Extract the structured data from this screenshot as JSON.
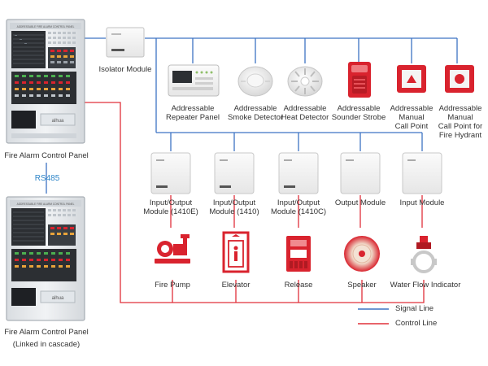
{
  "panels": {
    "main_label": "Fire Alarm Control Panel",
    "cascade_label_line1": "Fire Alarm Control Panel",
    "cascade_label_line2": "(Linked in cascade)",
    "link_label": "RS485",
    "panel_header_text": "ADDRESSABLE FIRE ALARM CONTROL PANEL",
    "brand": "alhua"
  },
  "isolator": {
    "label": "Isolator Module"
  },
  "devices": [
    {
      "lines": [
        "Addressable",
        "Repeater Panel"
      ]
    },
    {
      "lines": [
        "Addressable",
        "Smoke Detector"
      ]
    },
    {
      "lines": [
        "Addressable",
        "Heat Detector"
      ]
    },
    {
      "lines": [
        "Addressable",
        "Sounder Strobe"
      ]
    },
    {
      "lines": [
        "Addressable",
        "Manual",
        "Call Point"
      ]
    },
    {
      "lines": [
        "Addressable",
        "Manual",
        "Call Point for",
        "Fire Hydrant"
      ]
    }
  ],
  "modules": [
    {
      "lines": [
        "Input/Output",
        "Module (1410E)"
      ]
    },
    {
      "lines": [
        "Input/Output",
        "Module (1410)"
      ]
    },
    {
      "lines": [
        "Input/Output",
        "Module (1410C)"
      ]
    },
    {
      "lines": [
        "Output Module"
      ]
    },
    {
      "lines": [
        "Input Module"
      ]
    }
  ],
  "equipment": [
    {
      "label": "Fire Pump"
    },
    {
      "label": "Elevator"
    },
    {
      "label": "Release"
    },
    {
      "label": "Speaker"
    },
    {
      "label": "Water Flow Indicator"
    }
  ],
  "legend": {
    "signal_label": "Signal Line",
    "control_label": "Control Line",
    "signal_color": "#3d74c4",
    "control_color": "#e0303a"
  },
  "colors": {
    "panel_body": "#e9ecef",
    "accent_red": "#d9232e",
    "module_body": "#f4f4f4"
  }
}
